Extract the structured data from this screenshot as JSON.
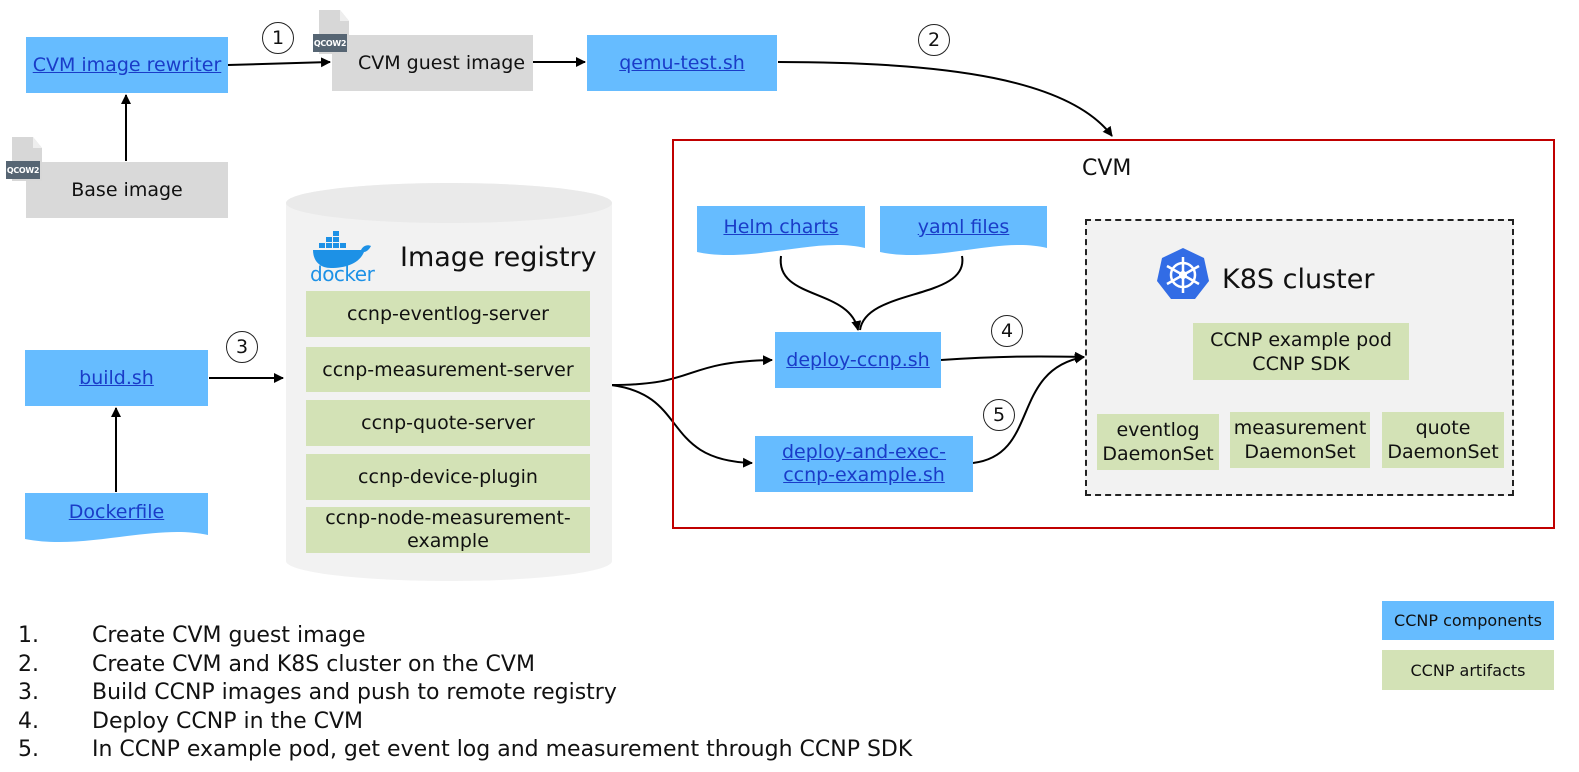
{
  "nodes": {
    "cvm_image_rewriter": "CVM image rewriter",
    "cvm_guest_image": "CVM guest image",
    "qemu_test": "qemu-test.sh",
    "base_image": "Base image",
    "build_sh": "build.sh",
    "dockerfile": "Dockerfile",
    "helm_charts": "Helm charts",
    "yaml_files": "yaml files",
    "deploy_ccnp": "deploy-ccnp.sh",
    "deploy_exec_line1": "deploy-and-exec-",
    "deploy_exec_line2": "ccnp-example.sh",
    "example_pod_line1": "CCNP example pod",
    "example_pod_line2": "CCNP SDK",
    "eventlog_line1": "eventlog",
    "eventlog_line2": "DaemonSet",
    "measurement_line1": "measurement",
    "measurement_line2": "DaemonSet",
    "quote_line1": "quote",
    "quote_line2": "DaemonSet"
  },
  "qcow_tag": "QCOW2",
  "registry": {
    "logo_text": "docker",
    "title": "Image registry",
    "images": [
      "ccnp-eventlog-server",
      "ccnp-measurement-server",
      "ccnp-quote-server",
      "ccnp-device-plugin"
    ],
    "last_image_line1": "ccnp-node-measurement-",
    "last_image_line2": "example"
  },
  "cvm": {
    "title": "CVM"
  },
  "k8s": {
    "title": "K8S cluster"
  },
  "step_markers": [
    "1",
    "2",
    "3",
    "4",
    "5"
  ],
  "steps": [
    {
      "num": "1.",
      "text": "Create CVM guest image"
    },
    {
      "num": "2.",
      "text": "Create CVM and K8S cluster on the CVM"
    },
    {
      "num": "3.",
      "text": "Build CCNP images and push to remote registry"
    },
    {
      "num": "4.",
      "text": "Deploy CCNP in the CVM"
    },
    {
      "num": "5.",
      "text": "In CCNP example pod, get event log and measurement through CCNP SDK"
    }
  ],
  "legend": {
    "components": "CCNP components",
    "artifacts": "CCNP artifacts"
  },
  "colors": {
    "component_blue": "#66bcff",
    "artifact_green": "#d3e2b6",
    "input_grey": "#d9d9d9",
    "cvm_border": "#c00000",
    "link_blue": "#1a3cc8",
    "k8s_blue": "#326ce5",
    "docker_blue": "#1d91e6"
  }
}
